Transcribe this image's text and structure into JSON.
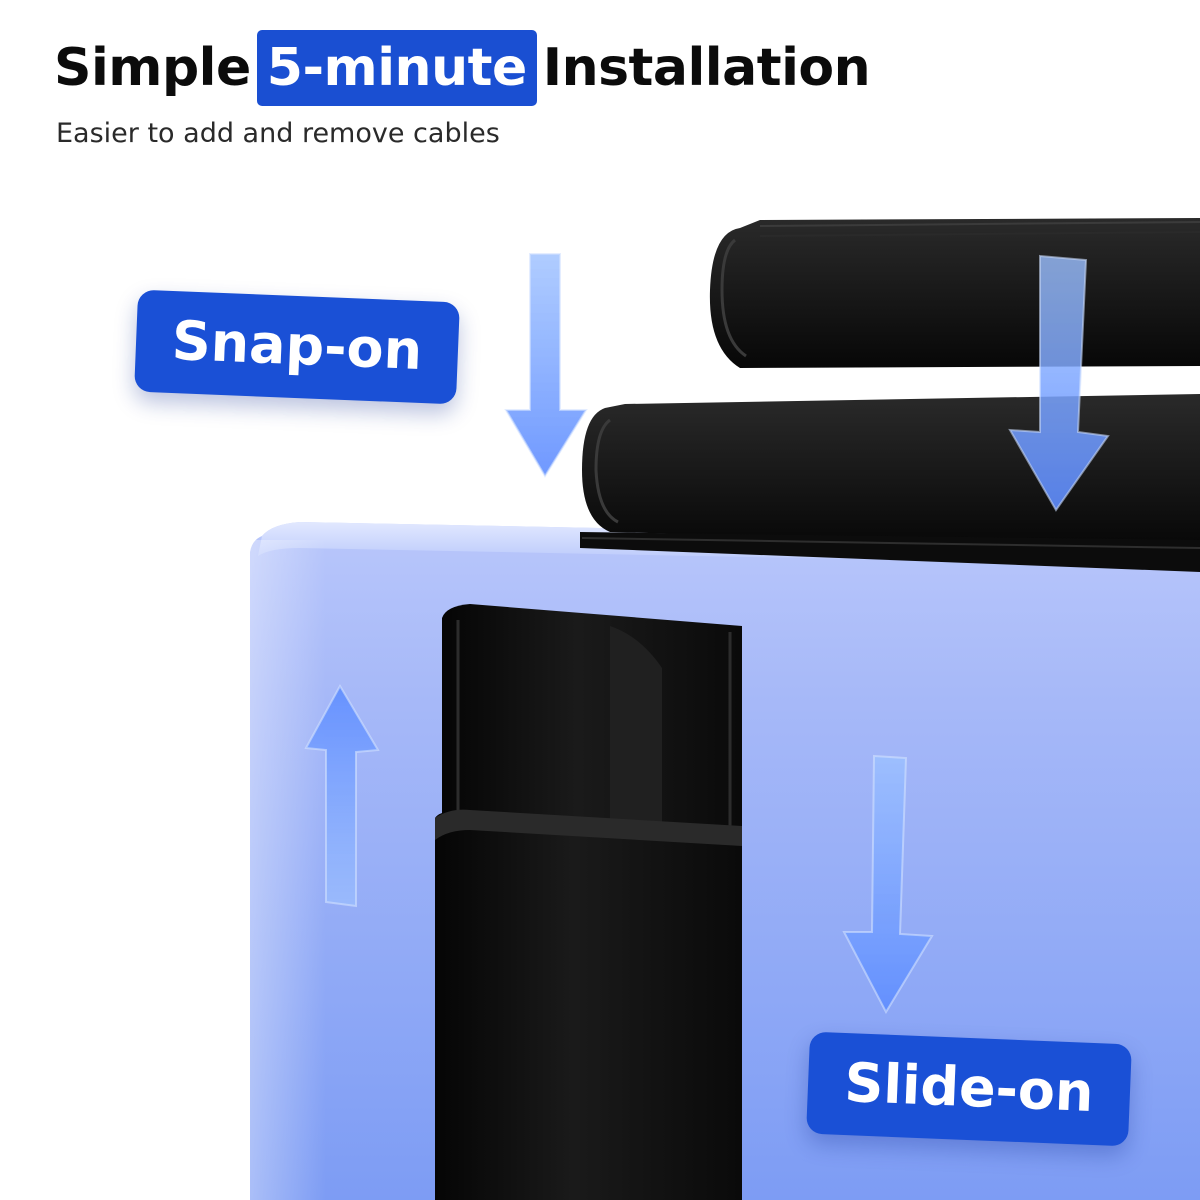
{
  "header": {
    "title_before": "Simple",
    "title_highlight": "5-minute",
    "title_after": "Installation",
    "subtitle": "Easier to add and remove cables"
  },
  "labels": {
    "snap_on": "Snap-on",
    "slide_on": "Slide-on"
  },
  "colors": {
    "accent": "#1a50d6",
    "title_text": "#0b0b0b",
    "surface_blue": "#8aa6f4",
    "raceway": "#111111",
    "arrow": "#78a2ff"
  },
  "icons": {
    "arrows": [
      "arrow-down-icon",
      "arrow-down-icon",
      "arrow-up-icon",
      "arrow-down-icon"
    ]
  }
}
